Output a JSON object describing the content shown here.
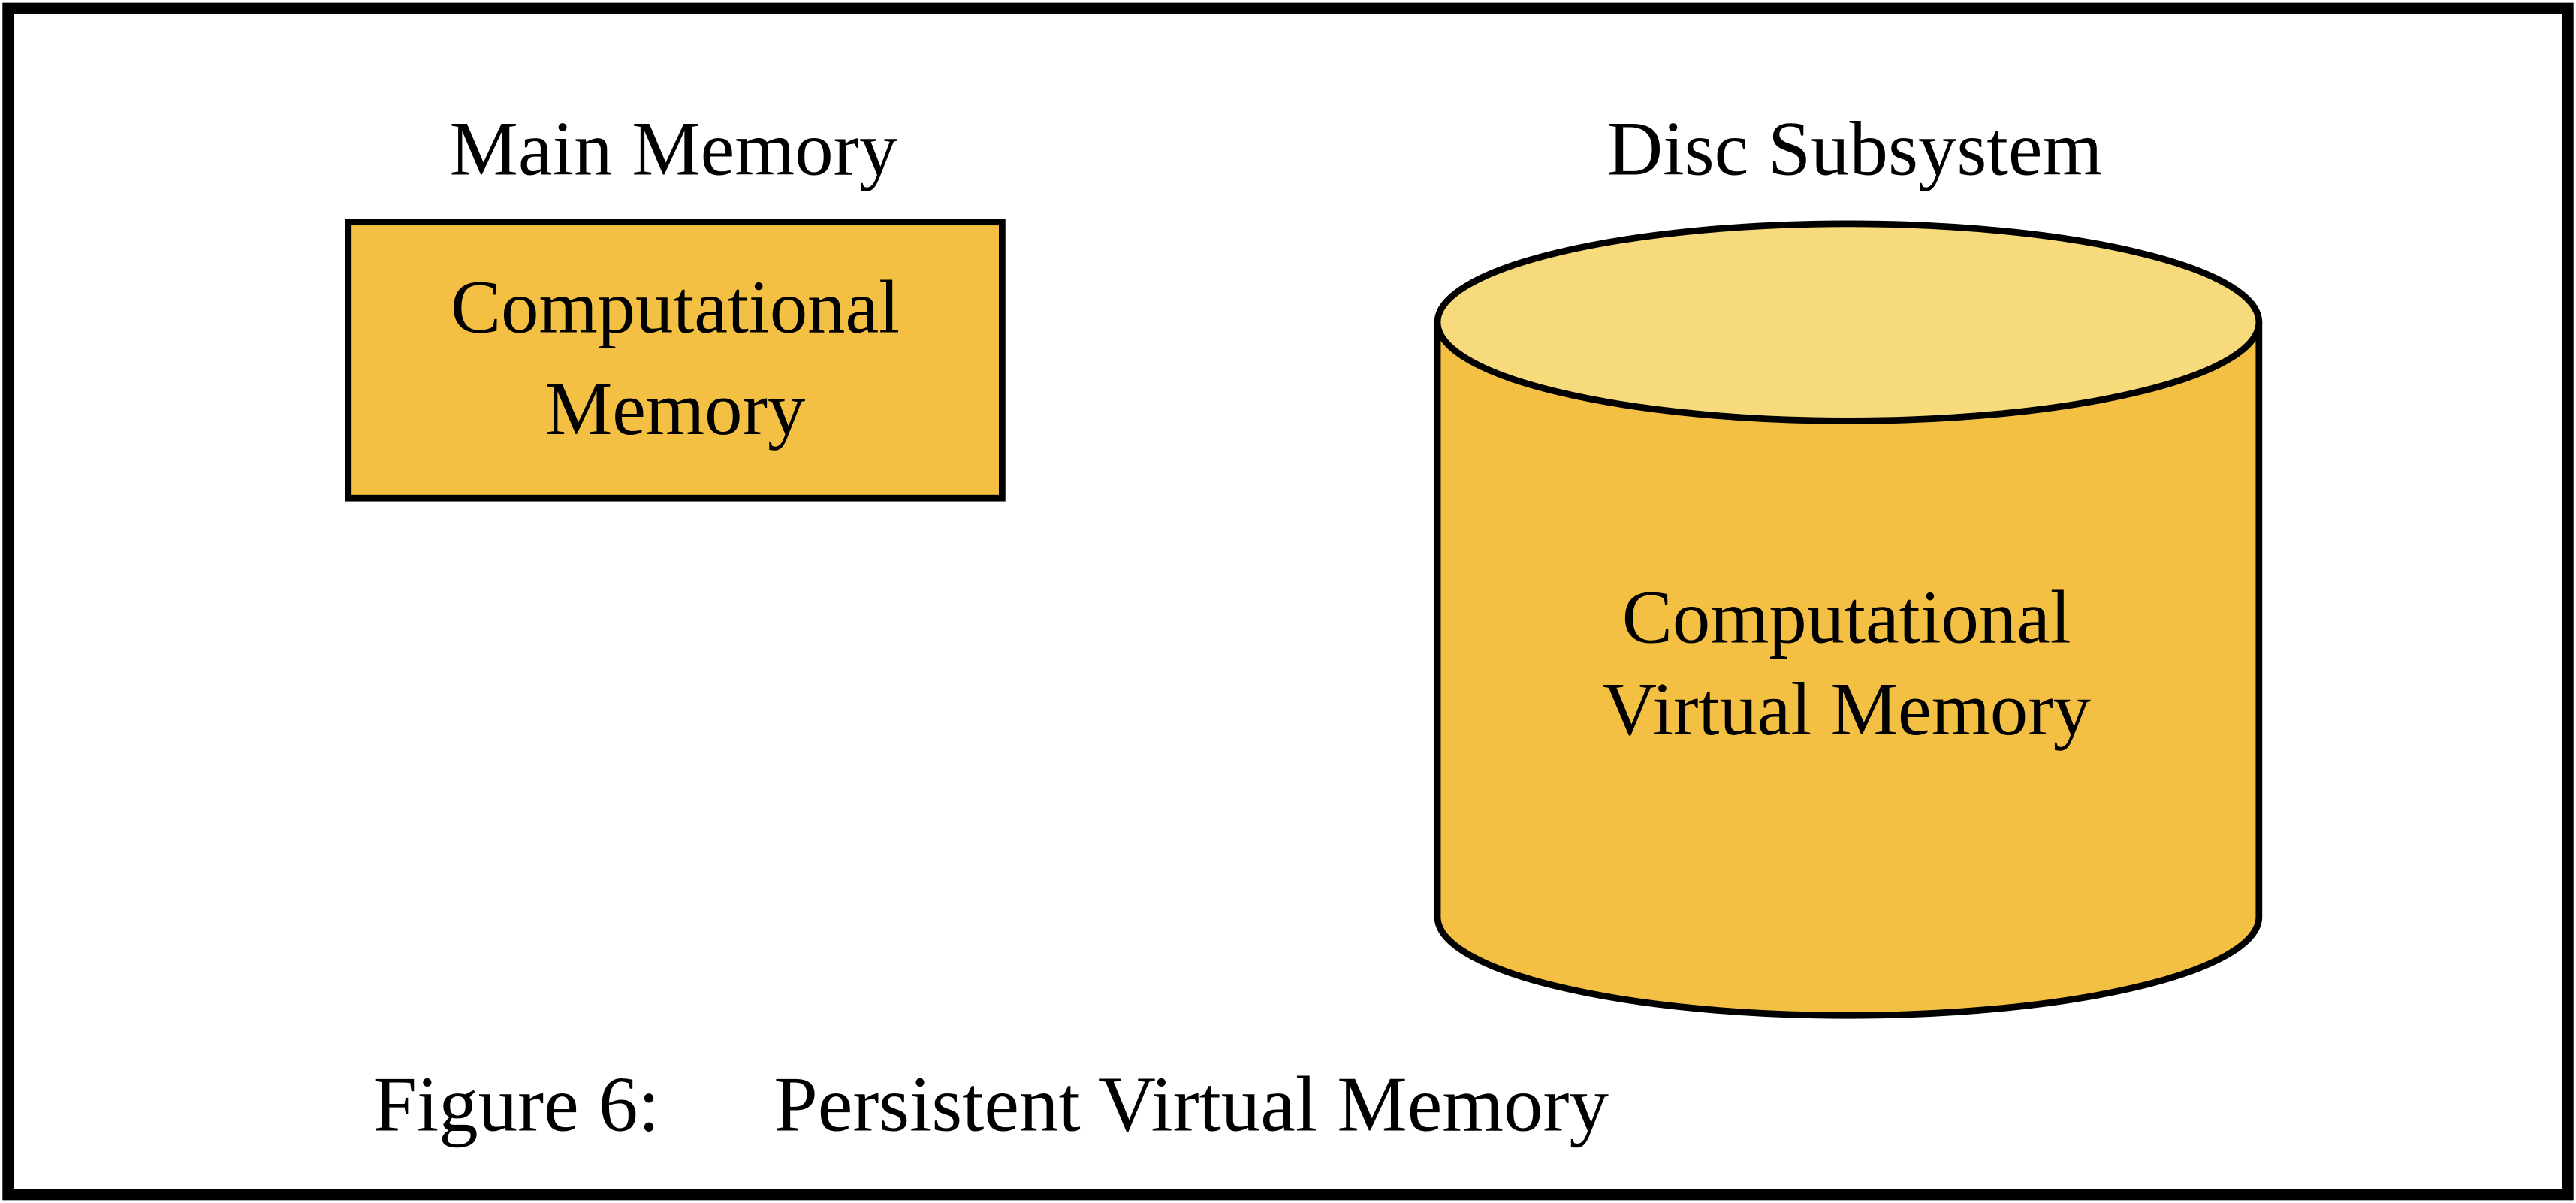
{
  "main_memory": {
    "heading": "Main Memory",
    "box_lines": [
      "Computational",
      "Memory"
    ]
  },
  "disc_subsystem": {
    "heading": "Disc Subsystem",
    "cylinder_lines": [
      "Computational",
      "Virtual Memory"
    ]
  },
  "caption": {
    "label": "Figure 6:",
    "text": "Persistent Virtual Memory"
  },
  "colors": {
    "box_fill": "#F3C043",
    "cylinder_body": "#F3C043",
    "cylinder_top": "#F7DA7C",
    "stroke": "#000000",
    "background": "#FFFFFF"
  }
}
